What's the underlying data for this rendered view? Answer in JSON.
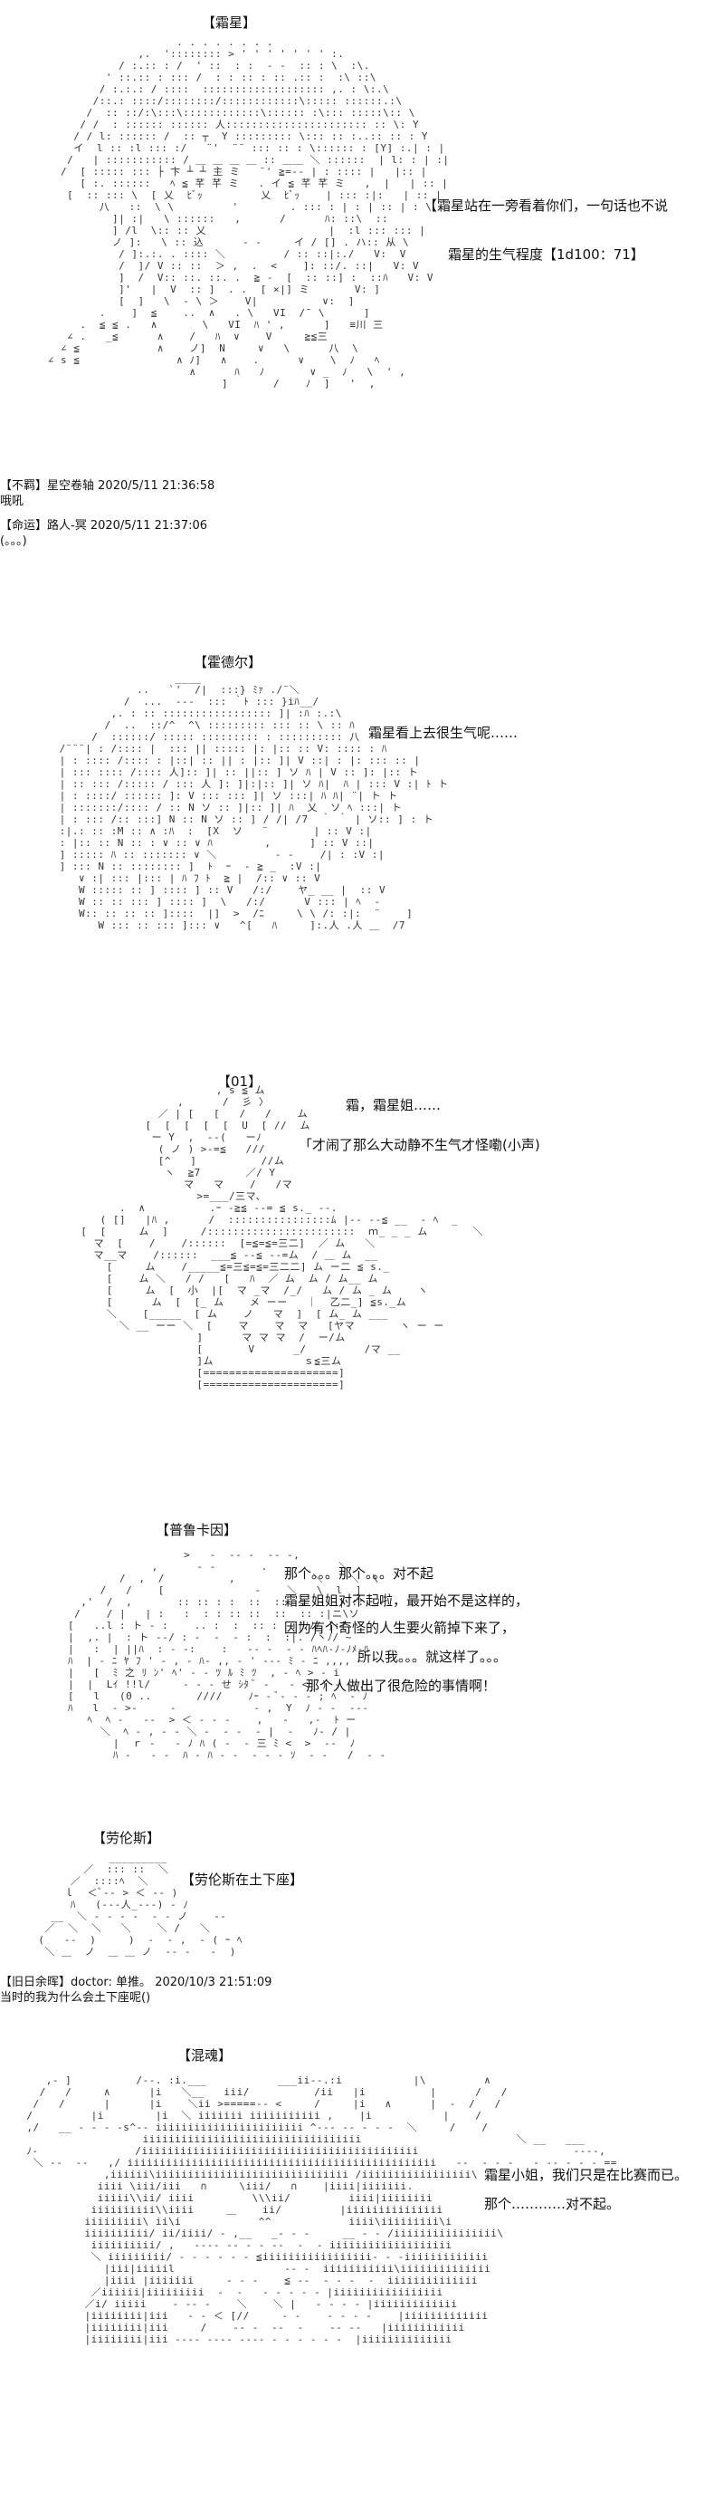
{
  "panels": [
    {
      "speaker": "【霜星】",
      "lines": [
        "【霜星站在一旁看着你们，一句话也不说",
        "霜星的生气程度【1d100：71】"
      ]
    },
    {
      "speaker": "【霍德尔】",
      "lines": [
        "霜星看上去很生气呢……"
      ]
    },
    {
      "speaker": "【01】",
      "lines": [
        "霜，霜星姐……",
        "「才闹了那么大动静不生气才怪嘞(小声)"
      ]
    },
    {
      "speaker": "【普鲁卡因】",
      "lines": [
        "那个。。。那个。。。对不起",
        "霜星姐姐对不起啦，最开始不是这样的，",
        "因为有个奇怪的人生要火箭掉下来了，",
        "所以我。。。就这样了。。。",
        "那个人做出了很危险的事情啊！"
      ]
    },
    {
      "speaker": "【劳伦斯】",
      "lines": [
        "【劳伦斯在土下座】"
      ]
    },
    {
      "speaker": "【混魂】",
      "lines": [
        "霜星小姐，我们只是在比赛而已。",
        "那个…………对不起。"
      ]
    }
  ],
  "comments": [
    {
      "user": "【不羁】星空卷轴",
      "time": "2020/5/11 21:36:58",
      "text": "哦吼"
    },
    {
      "user": "【命运】路人-冥",
      "time": "2020/5/11 21:37:06",
      "text": "(。。。)"
    },
    {
      "user": "【旧日余晖】doctor: 单推。",
      "time": "2020/10/3 21:51:09",
      "text": "当时的我为什么会土下座呢()"
    }
  ]
}
